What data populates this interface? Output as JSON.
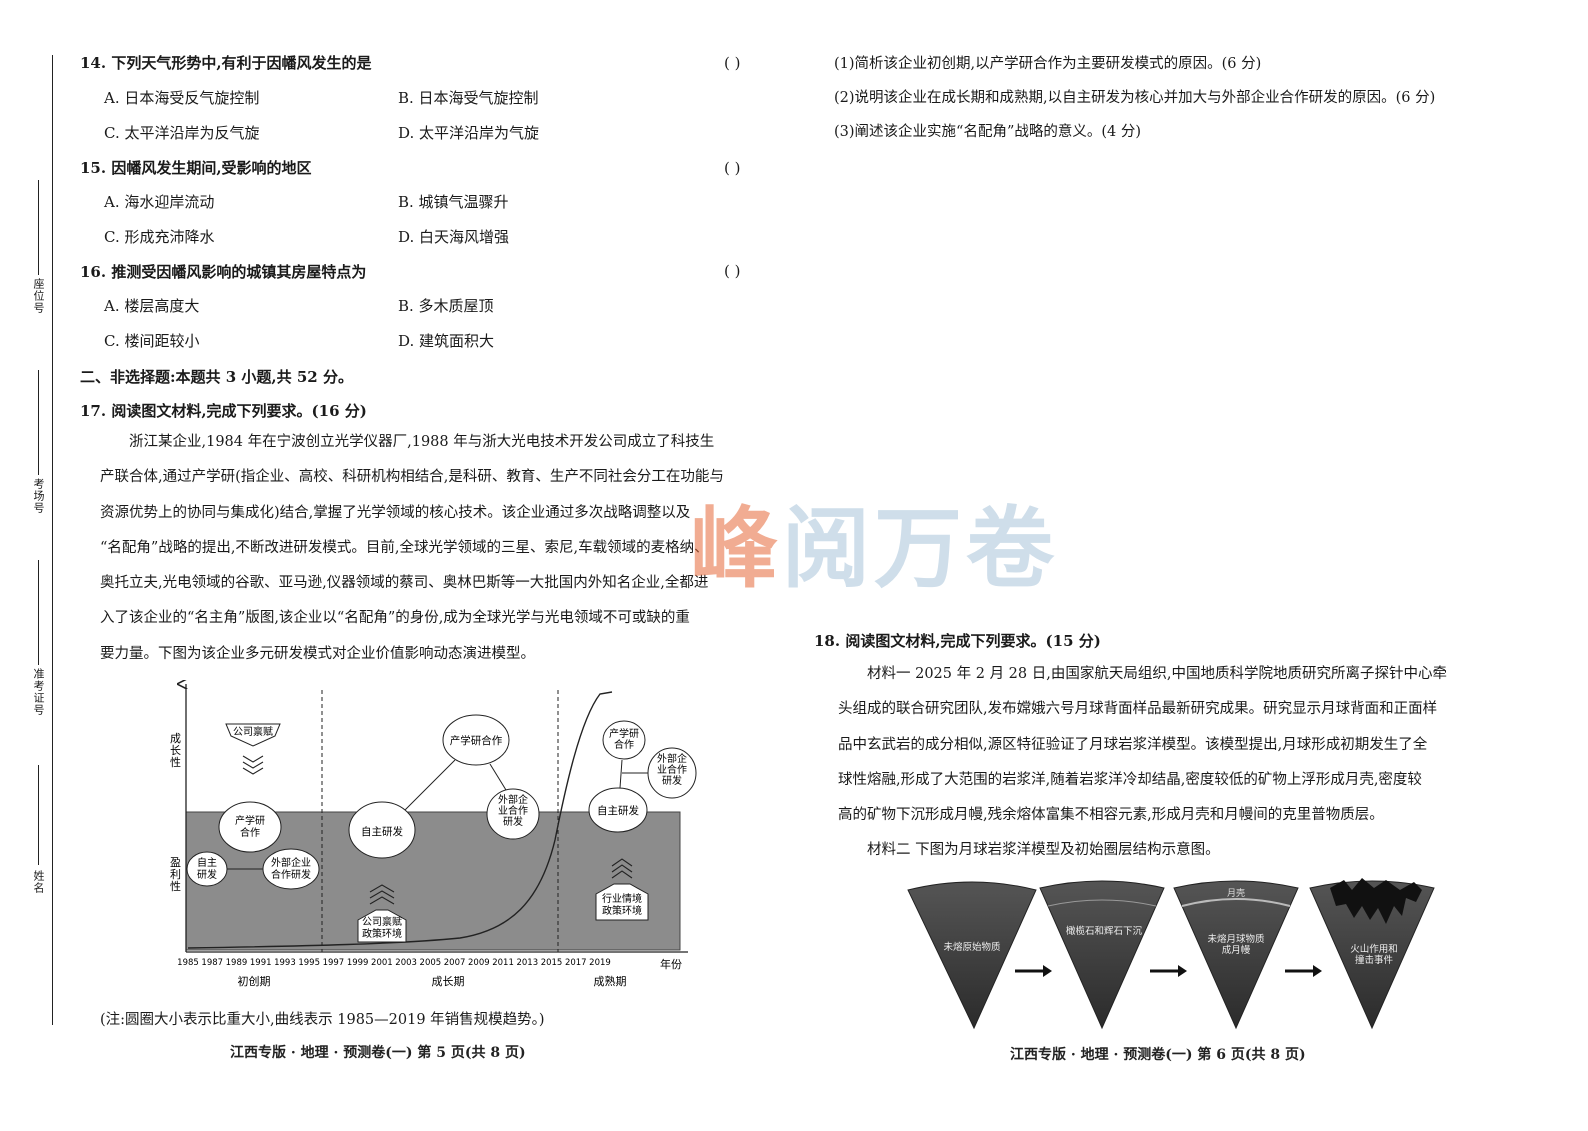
{
  "binding": {
    "seat": "座位号",
    "room": "考场号",
    "ticket": "准考证号",
    "name": "姓名"
  },
  "left": {
    "q14": {
      "stem": "14. 下列天气形势中,有利于因幡风发生的是",
      "paren": "(    )",
      "a": "A. 日本海受反气旋控制",
      "b": "B. 日本海受气旋控制",
      "c": "C. 太平洋沿岸为反气旋",
      "d": "D. 太平洋沿岸为气旋"
    },
    "q15": {
      "stem": "15. 因幡风发生期间,受影响的地区",
      "paren": "(    )",
      "a": "A. 海水迎岸流动",
      "b": "B. 城镇气温骤升",
      "c": "C. 形成充沛降水",
      "d": "D. 白天海风增强"
    },
    "q16": {
      "stem": "16. 推测受因幡风影响的城镇其房屋特点为",
      "paren": "(    )",
      "a": "A. 楼层高度大",
      "b": "B. 多木质屋顶",
      "c": "C. 楼间距较小",
      "d": "D. 建筑面积大"
    },
    "section2": "二、非选择题:本题共 3 小题,共 52 分。",
    "q17": {
      "stem": "17. 阅读图文材料,完成下列要求。(16 分)",
      "lines": [
        "浙江某企业,1984 年在宁波创立光学仪器厂,1988 年与浙大光电技术开发公司成立了科技生",
        "产联合体,通过产学研(指企业、高校、科研机构相结合,是科研、教育、生产不同社会分工在功能与",
        "资源优势上的协同与集成化)结合,掌握了光学领域的核心技术。该企业通过多次战略调整以及",
        "“名配角”战略的提出,不断改进研发模式。目前,全球光学领域的三星、索尼,车载领域的麦格纳、",
        "奥托立夫,光电领域的谷歌、亚马逊,仪器领域的蔡司、奥林巴斯等一大批国内外知名企业,全都进",
        "入了该企业的“名主角”版图,该企业以“名配角”的身份,成为全球光学与光电领域不可或缺的重",
        "要力量。下图为该企业多元研发模式对企业价值影响动态演进模型。"
      ],
      "note": "(注:圆圈大小表示比重大小,曲线表示 1985—2019 年销售规模趋势。)"
    },
    "footer": "江西专版 · 地理 · 预测卷(一)   第 5 页(共 8 页)"
  },
  "chart_data": {
    "type": "diagram",
    "ylabel_top": "成长性",
    "ylabel_bottom": "盈利性",
    "xlabel": "年份",
    "x_ticks": [
      "1985",
      "1987",
      "1989",
      "1991",
      "1993",
      "1995",
      "1997",
      "1999",
      "2001",
      "2003",
      "2005",
      "2007",
      "2009",
      "2011",
      "2013",
      "2015",
      "2017",
      "2019"
    ],
    "periods": [
      "初创期",
      "成长期",
      "成熟期"
    ],
    "boxes": [
      "公司禀赋",
      "公司禀赋\n政策环境",
      "行业情境\n政策环境"
    ],
    "circles": {
      "p1": [
        "产学研\n合作",
        "自主\n研发",
        "外部企业\n合作研发"
      ],
      "p2": [
        "产学研合作",
        "自主研发",
        "外部企\n业合作\n研发"
      ],
      "p3": [
        "产学研\n合作",
        "外部企\n业合作\n研发",
        "自主研发"
      ]
    }
  },
  "right": {
    "q17_subs": [
      "(1)简析该企业初创期,以产学研合作为主要研发模式的原因。(6 分)",
      "(2)说明该企业在成长期和成熟期,以自主研发为核心并加大与外部企业合作研发的原因。(6 分)",
      "(3)阐述该企业实施“名配角”战略的意义。(4 分)"
    ],
    "watermark": "峰阅万卷",
    "q18": {
      "stem": "18. 阅读图文材料,完成下列要求。(15 分)",
      "lines": [
        "材料一   2025 年 2 月 28 日,由国家航天局组织,中国地质科学院地质研究所离子探针中心牵",
        "头组成的联合研究团队,发布嫦娥六号月球背面样品最新研究成果。研究显示月球背面和正面样",
        "品中玄武岩的成分相似,源区特征验证了月球岩浆洋模型。该模型提出,月球形成初期发生了全",
        "球性熔融,形成了大范围的岩浆洋,随着岩浆洋冷却结晶,密度较低的矿物上浮形成月壳,密度较",
        "高的矿物下沉形成月幔,残余熔体富集不相容元素,形成月壳和月幔间的克里普物质层。",
        "材料二   下图为月球岩浆洋模型及初始圈层结构示意图。"
      ],
      "wedges": [
        "未熔原始物质",
        "橄榄石和辉石下沉",
        "未熔月球物质\n成月幔",
        "火山作用和\n撞击事件"
      ],
      "wedge_top_labels": [
        "",
        "",
        "月壳",
        ""
      ]
    },
    "footer": "江西专版 · 地理 · 预测卷(一)   第 6 页(共 8 页)"
  }
}
